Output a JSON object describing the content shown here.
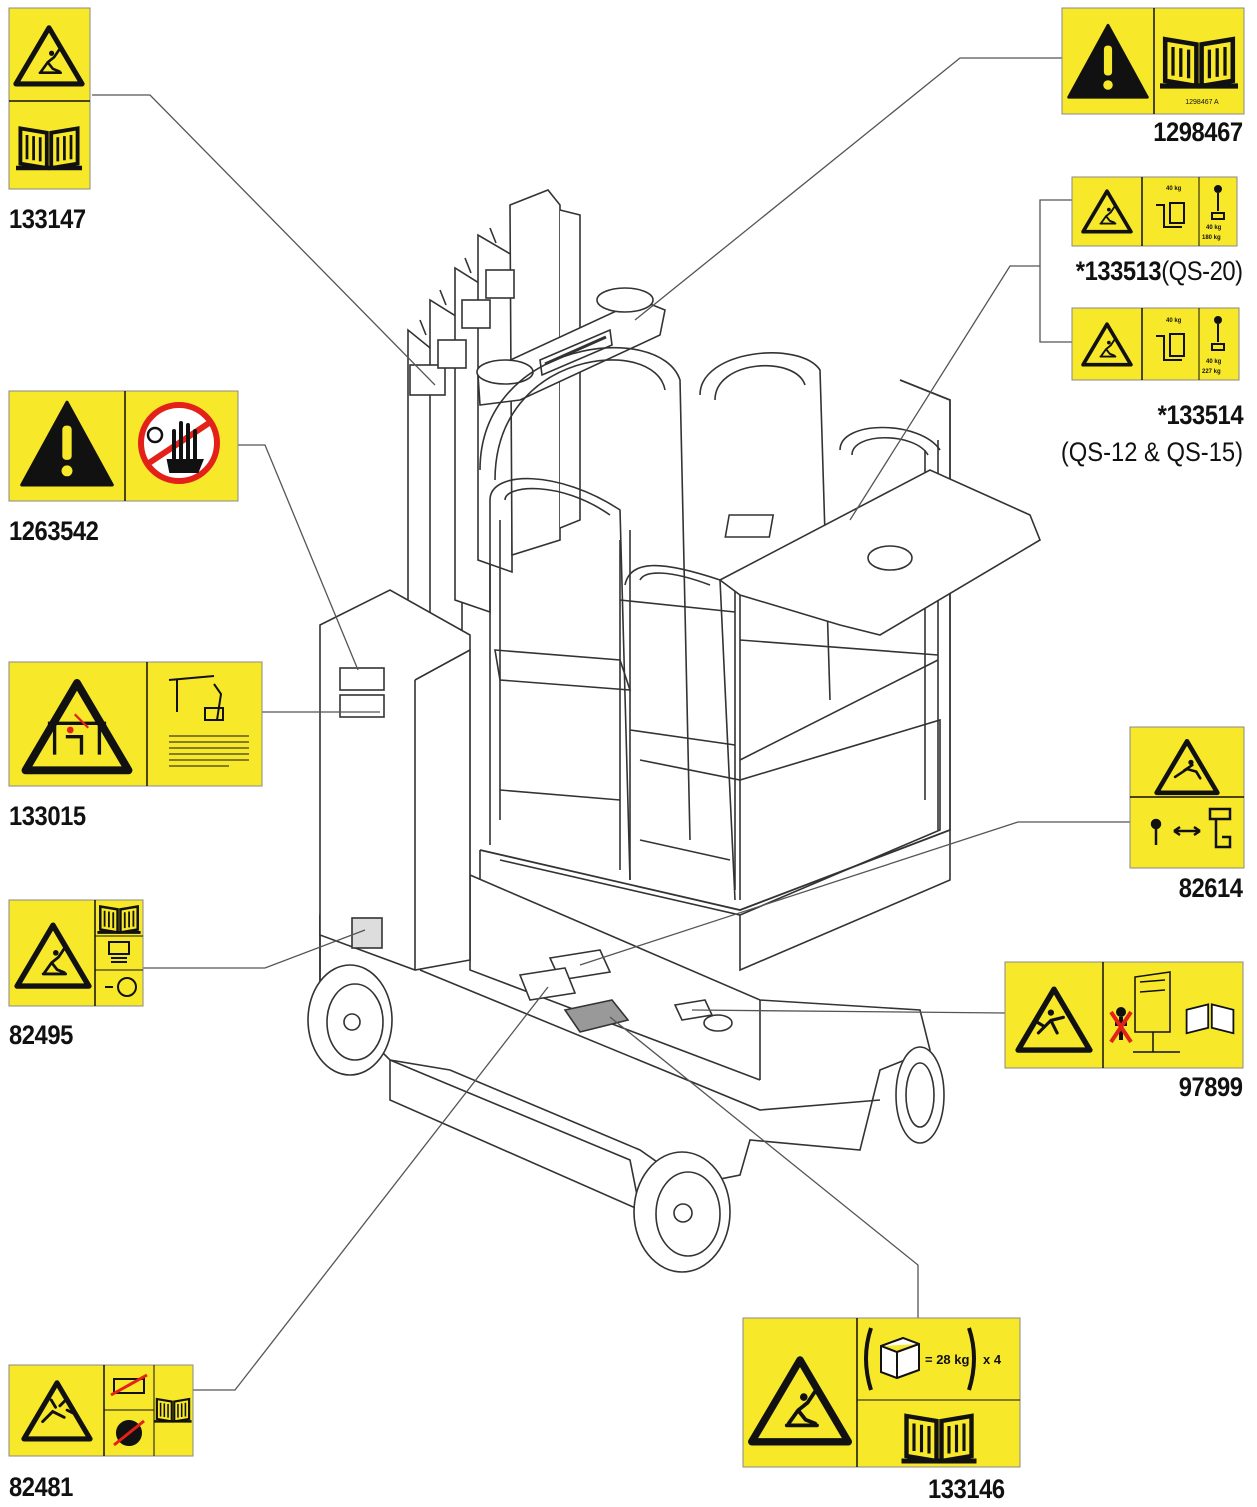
{
  "colors": {
    "decal_yellow": "#f7e82a",
    "ink": "#111111",
    "line": "#555555",
    "red": "#e32119"
  },
  "decals": [
    {
      "id": "133147",
      "icons": [
        "crush-warning-icon",
        "manual-book-icon"
      ]
    },
    {
      "id": "1298467",
      "icons": [
        "exclamation-warning-icon",
        "manual-book-icon"
      ],
      "code": "1298467 A"
    },
    {
      "id_prefix": "*133513",
      "id_suffix": "(QS-20)",
      "icons": [
        "crush-warning-icon",
        "load-chart-icon"
      ],
      "load_top": "40 kg",
      "load_mid": "40 kg",
      "load_bottom": "180 kg"
    },
    {
      "id": "*133514",
      "caption": "(QS-12 & QS-15)",
      "icons": [
        "crush-warning-icon",
        "load-chart-icon"
      ],
      "load_top": "40 kg",
      "load_mid": "40 kg",
      "load_bottom": "227 kg"
    },
    {
      "id": "1263542",
      "icons": [
        "exclamation-warning-icon",
        "no-hands-icon"
      ]
    },
    {
      "id": "133015",
      "icons": [
        "overhead-crush-warning-icon",
        "overhead-clearance-icon"
      ]
    },
    {
      "id": "82614",
      "icons": [
        "trip-hazard-icon",
        "distance-icon"
      ]
    },
    {
      "id": "82495",
      "icons": [
        "crush-warning-icon",
        "manual-book-icon"
      ]
    },
    {
      "id": "97899",
      "icons": [
        "fall-hazard-icon",
        "no-person-icon",
        "read-manual-icon"
      ]
    },
    {
      "id": "82481",
      "icons": [
        "battery-explosion-icon",
        "no-spark-icon",
        "manual-book-icon"
      ]
    },
    {
      "id": "133146",
      "icons": [
        "crush-warning-icon",
        "battery-weight-icon",
        "manual-book-icon"
      ],
      "battery_weight": "= 28 kg",
      "multiplier": "x 4"
    }
  ]
}
